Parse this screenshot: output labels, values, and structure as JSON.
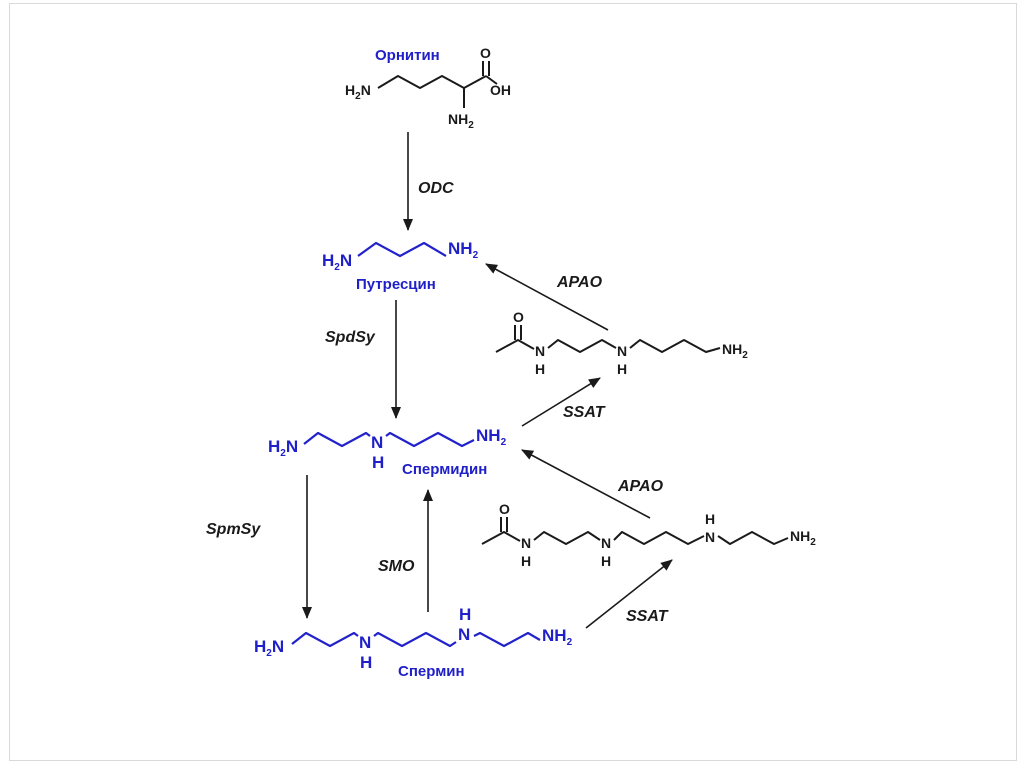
{
  "compounds": {
    "ornithine": "Орнитин",
    "putrescine": "Путресцин",
    "spermidine": "Спермидин",
    "spermine": "Спермин"
  },
  "atoms": {
    "O": "O",
    "OH": "OH",
    "H2N": "H",
    "NH2": "NH",
    "N": "N",
    "H": "H",
    "subscript_2": "2"
  },
  "enzymes": {
    "odc": "ODC",
    "spdsy": "SpdSy",
    "spmsy": "SpmSy",
    "smo": "SMO",
    "apao_upper": "APAO",
    "ssat_upper": "SSAT",
    "apao_lower": "APAO",
    "ssat_lower": "SSAT"
  },
  "colors": {
    "polyamine": "#2020c8",
    "structure": "#1a1a1a"
  }
}
